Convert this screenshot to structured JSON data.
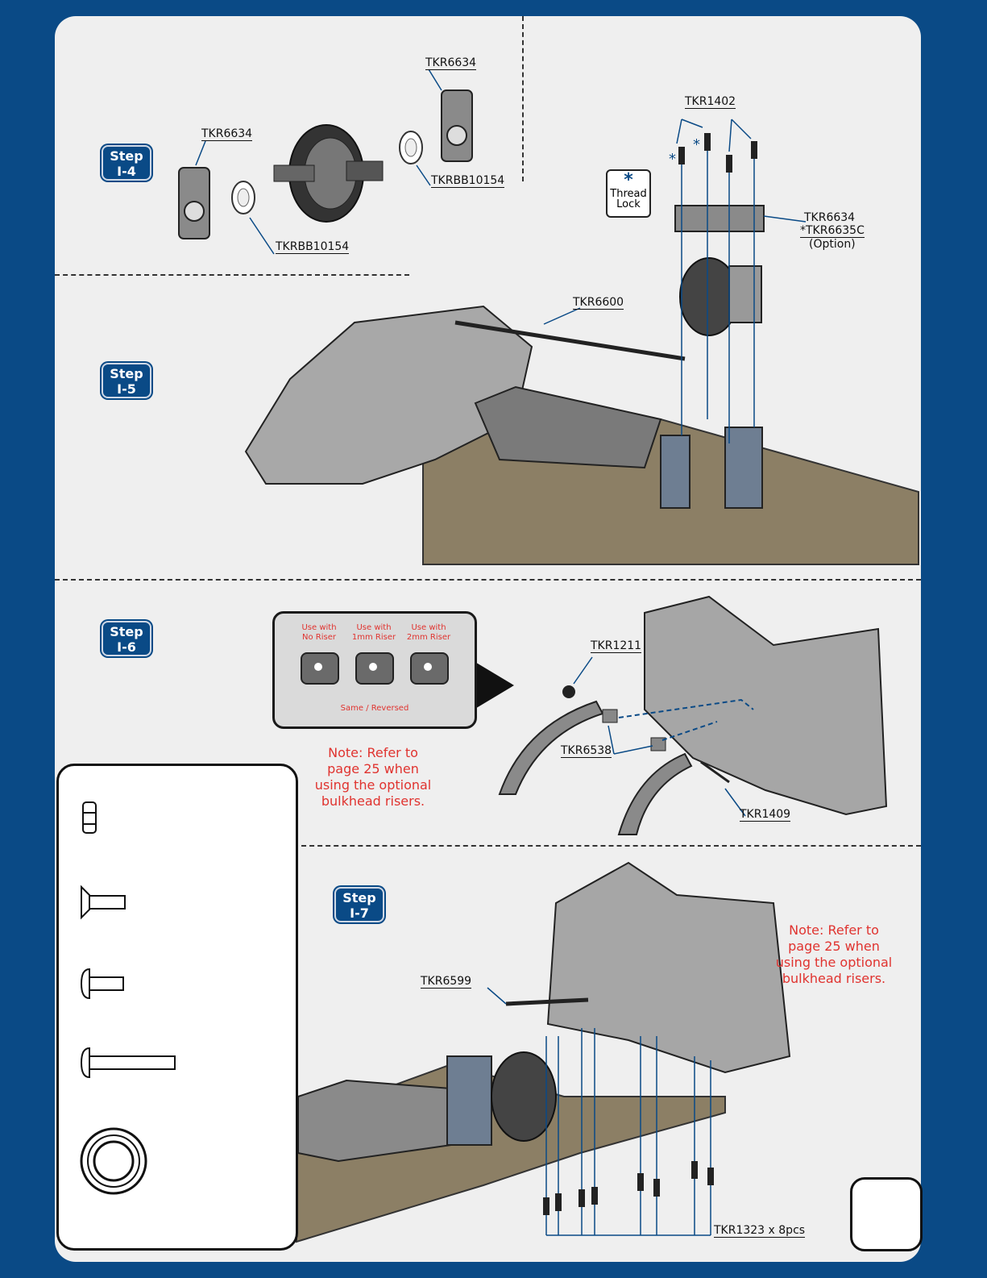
{
  "steps": {
    "i4": {
      "line1": "Step",
      "line2": "I-4"
    },
    "i5": {
      "line1": "Step",
      "line2": "I-5"
    },
    "i6": {
      "line1": "Step",
      "line2": "I-6"
    },
    "i7": {
      "line1": "Step",
      "line2": "I-7"
    }
  },
  "labels": {
    "tkr6634_top": "TKR6634",
    "tkr6634_left": "TKR6634",
    "tkrbb_right": "TKRBB10154",
    "tkrbb_left": "TKRBB10154",
    "tkr1402": "TKR1402",
    "tkr6634_cap": "TKR6634",
    "tkr6635c": "*TKR6635C",
    "option": "(Option)",
    "tkr6600": "TKR6600",
    "tkr1211": "TKR1211",
    "tkr6538": "TKR6538",
    "tkr1409": "TKR1409",
    "tkr6599": "TKR6599",
    "tkr1323": "TKR1323 x 8pcs"
  },
  "thread_lock": {
    "symbol": "*",
    "line1": "Thread",
    "line2": "Lock"
  },
  "asterisks": {
    "a1": "*",
    "a2": "*"
  },
  "risers": {
    "col1": {
      "line1": "Use with",
      "line2": "No Riser"
    },
    "col2": {
      "line1": "Use with",
      "line2": "1mm Riser"
    },
    "col3": {
      "line1": "Use with",
      "line2": "2mm Riser"
    },
    "same_reversed": "Same / Reversed"
  },
  "notes": {
    "i6": {
      "l1": "Note: Refer to",
      "l2": "page 25 when",
      "l3": "using the optional",
      "l4": "bulkhead risers."
    },
    "i7": {
      "l1": "Note: Refer to",
      "l2": "page 25 when",
      "l3": "using the optional",
      "l4": "bulkhead risers."
    }
  },
  "hardware_panel": {
    "items": [
      "nylon-lock-nut-icon",
      "flat-head-screw-icon",
      "button-head-screw-icon",
      "long-button-head-screw-icon",
      "ball-bearing-icon"
    ]
  }
}
